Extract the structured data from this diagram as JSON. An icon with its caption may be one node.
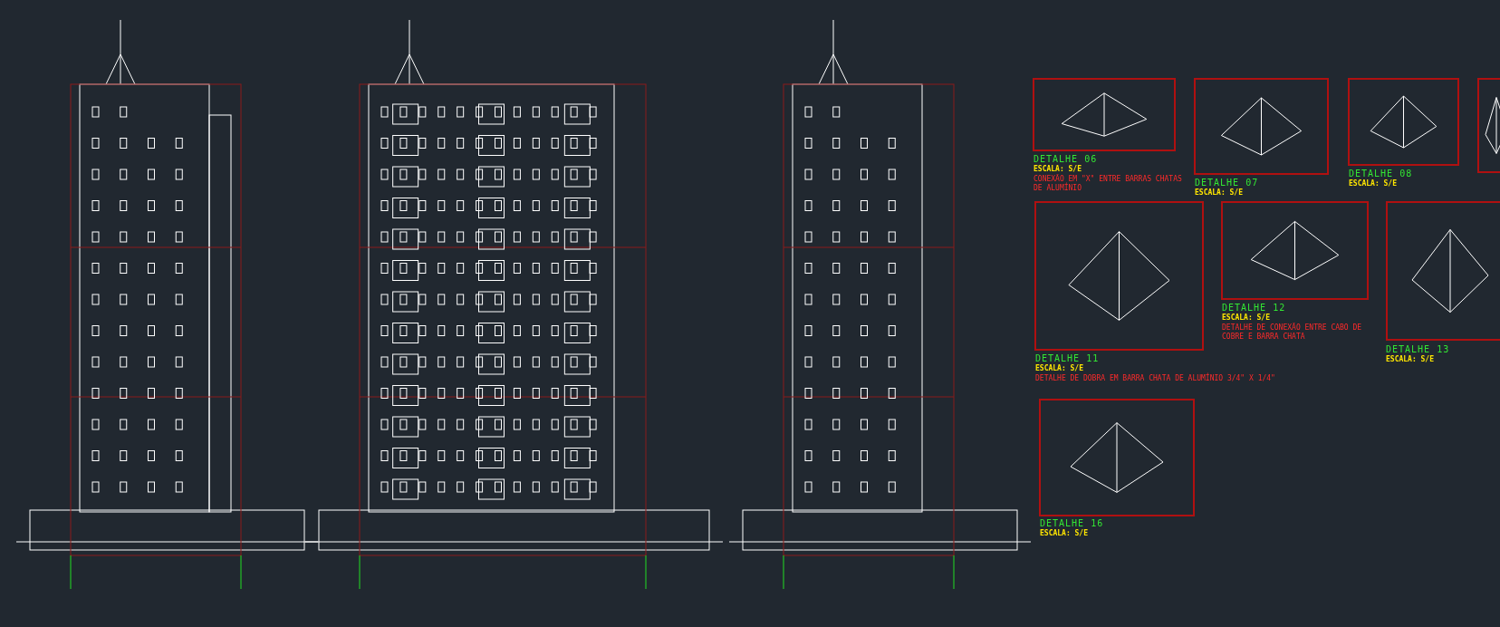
{
  "diagram": {
    "labels": [
      "DETALHE 06",
      "ESCALA: S/E",
      "CONEXÃO EM \"X\" ENTRE BARRAS CHATAS DE ALUMÍNIO",
      "DETALHE 07",
      "ESCALA: S/E",
      "DETALHE 08",
      "ESCALA: S/E",
      "DETALHE 11",
      "ESCALA: S/E",
      "DETALHE DE DOBRA EM BARRA CHATA DE ALUMÍNIO 3/4\" X 1/4\"",
      "DETALHE 12",
      "ESCALA: S/E",
      "DETALHE DE CONEXÃO ENTRE CABO DE COBRE E BARRA CHATA",
      "DETALHE 13",
      "ESCALA: S/E",
      "DETALHE 16",
      "ESCALA: S/E"
    ]
  }
}
